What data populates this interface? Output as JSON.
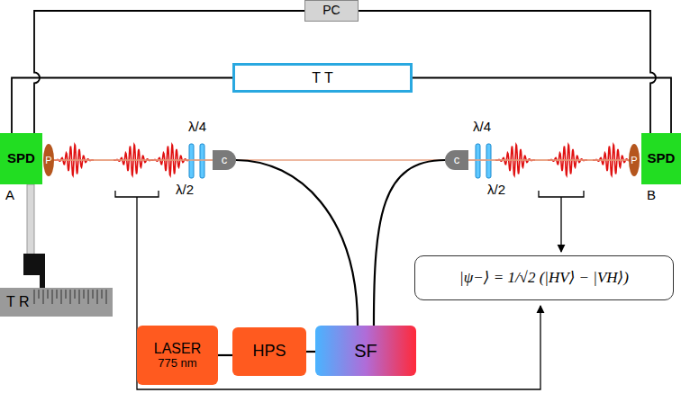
{
  "diagram": {
    "nodes": [
      {
        "text": [
          "PC"
        ]
      },
      {
        "text": [
          "T T"
        ]
      },
      {
        "text": [
          "SPD",
          "A"
        ]
      },
      {
        "text": [
          "P"
        ]
      },
      {
        "text": [
          "SPD",
          "B"
        ]
      },
      {
        "text": [
          "P"
        ]
      },
      {
        "text": [
          "c"
        ]
      },
      {
        "text": [
          "c"
        ]
      },
      {
        "text": [
          "|ψ−⟩ = 1/√2 (|HV⟩ − |VH⟩)"
        ]
      },
      {
        "text": [
          "LASER",
          "775 nm"
        ]
      },
      {
        "text": [
          "HPS"
        ]
      },
      {
        "text": [
          "SF"
        ]
      }
    ],
    "edges": [
      {
        "from": 0,
        "to": 2,
        "arrow": "none"
      },
      {
        "from": 0,
        "to": 4,
        "arrow": "none"
      },
      {
        "from": 1,
        "to": 2,
        "arrow": "none"
      },
      {
        "from": 1,
        "to": 4,
        "arrow": "none"
      },
      {
        "from": 6,
        "to": 3,
        "arrow": "none"
      },
      {
        "from": 7,
        "to": 5,
        "arrow": "none"
      },
      {
        "from": 11,
        "to": 6,
        "arrow": "none"
      },
      {
        "from": 11,
        "to": 7,
        "arrow": "none"
      },
      {
        "from": 9,
        "to": 10,
        "arrow": "none"
      },
      {
        "from": 10,
        "to": 11,
        "arrow": "none"
      }
    ],
    "labels": [
      "λ/4",
      "λ/2",
      "λ/4",
      "λ/2",
      "T R"
    ]
  }
}
